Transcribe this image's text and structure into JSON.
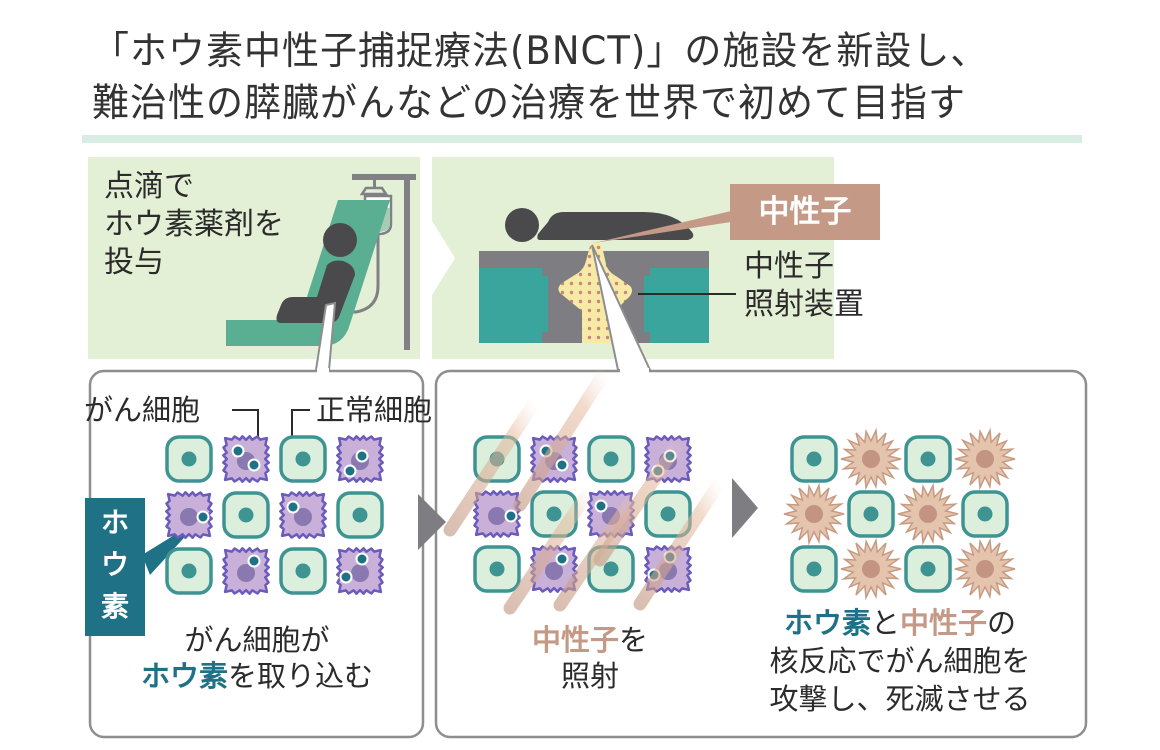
{
  "title": {
    "line1": "「ホウ素中性子捕捉療法(BNCT)」の施設を新設し、",
    "line2": "難治性の膵臓がんなどの治療を世界で初めて目指す"
  },
  "step1": {
    "lines": [
      "点滴で",
      "ホウ素薬剤を",
      "投与"
    ]
  },
  "step2": {
    "neutron_tag": "中性子",
    "device_label_line1": "中性子",
    "device_label_line2": "照射装置"
  },
  "panel_a": {
    "cancer_cell_label": "がん細胞",
    "normal_cell_label": "正常細胞",
    "boron_tag": [
      "ホ",
      "ウ",
      "素"
    ],
    "caption_line1": "がん細胞が",
    "caption_line2_highlight": "ホウ素",
    "caption_line2_rest": "を取り込む"
  },
  "panel_b": {
    "caption_line1_highlight": "中性子",
    "caption_line1_rest": "を",
    "caption_line2": "照射"
  },
  "panel_c": {
    "caption_line1_boron": "ホウ素",
    "caption_line1_and": "と",
    "caption_line1_neutron": "中性子",
    "caption_line1_of": "の",
    "caption_line2": "核反応でがん細胞を",
    "caption_line3": "攻撃し、死滅させる"
  },
  "colors": {
    "panel_green": "#e4f0d6",
    "separator": "#d9eee2",
    "bed_teal": "#5aaf93",
    "device_teal": "#3aa59c",
    "device_gray": "#7e7e82",
    "figure_dark": "#4a4a4c",
    "boron_teal": "#1f7186",
    "neutron_tan": "#c49a86",
    "normal_cell_fill": "#dcefdc",
    "normal_cell_border": "#3e9393",
    "cancer_cell_fill": "#c8b0d8",
    "cancer_cell_border": "#6a5bbd",
    "dead_cell_fill": "#e5c4ae",
    "box_border": "#8e8e8e"
  }
}
